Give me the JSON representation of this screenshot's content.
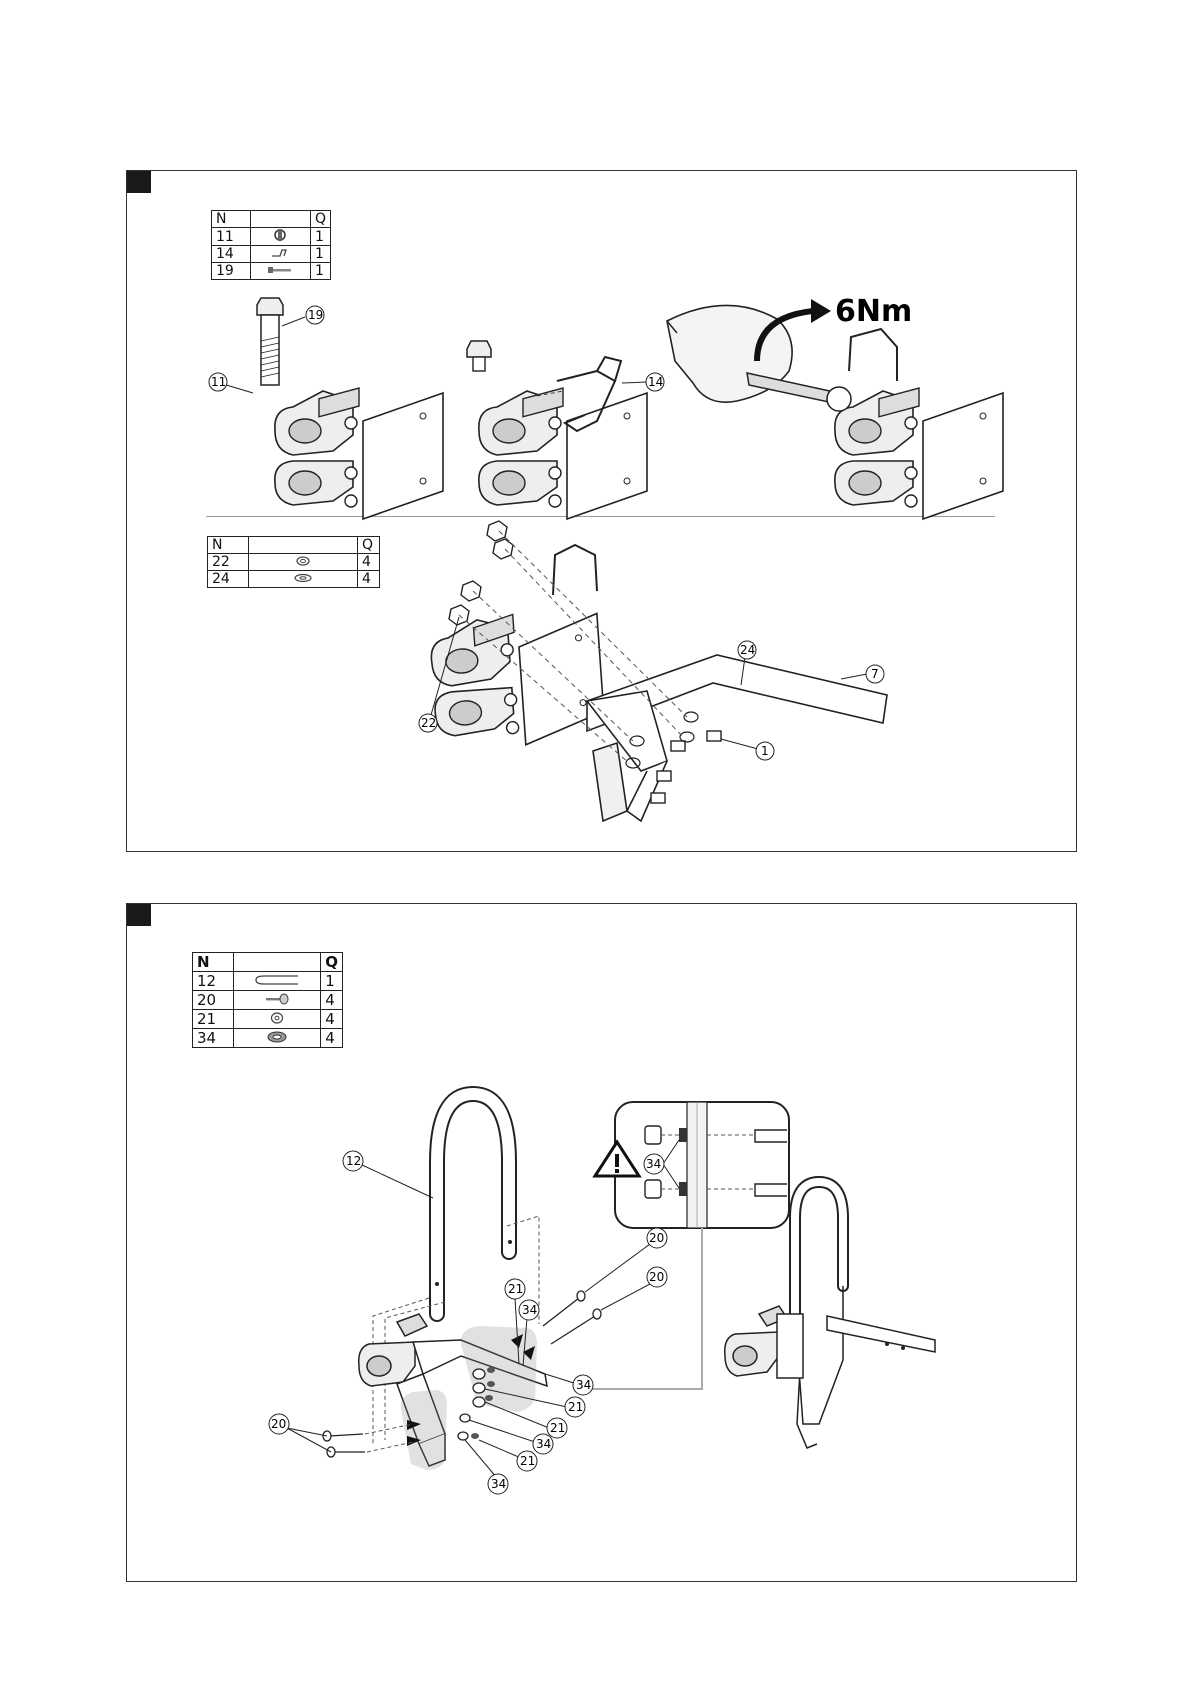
{
  "panel_top": {
    "table_a": {
      "headers": [
        "N",
        "",
        "Q"
      ],
      "rows": [
        {
          "n": "11",
          "icon": "swivel-clamp-icon",
          "q": "1"
        },
        {
          "n": "14",
          "icon": "wire-clip-icon",
          "q": "1"
        },
        {
          "n": "19",
          "icon": "bolt-icon",
          "q": "1"
        }
      ]
    },
    "table_b": {
      "headers": [
        "N",
        "",
        "Q"
      ],
      "rows": [
        {
          "n": "22",
          "icon": "nut-icon",
          "q": "4"
        },
        {
          "n": "24",
          "icon": "washer-icon",
          "q": "4"
        }
      ]
    },
    "callouts": {
      "c19": "19",
      "c11": "11",
      "c14": "14",
      "c24": "24",
      "c7": "7",
      "c22": "22",
      "c1": "1"
    },
    "torque_label": "6Nm"
  },
  "panel_bottom": {
    "table_c": {
      "headers": [
        "N",
        "",
        "Q"
      ],
      "rows": [
        {
          "n": "12",
          "icon": "hoop-bar-icon",
          "q": "1"
        },
        {
          "n": "20",
          "icon": "screw-icon",
          "q": "4"
        },
        {
          "n": "21",
          "icon": "nut-icon",
          "q": "4"
        },
        {
          "n": "34",
          "icon": "spacer-icon",
          "q": "4"
        }
      ]
    },
    "callouts": {
      "c12": "12",
      "c34_detail": "34",
      "c20a": "20",
      "c20b": "20",
      "c20c": "20",
      "c21a": "21",
      "c21b": "21",
      "c21c": "21",
      "c21d": "21",
      "c34a": "34",
      "c34b": "34",
      "c34c": "34",
      "c34d": "34"
    },
    "warning_icon": "warning-triangle-icon"
  }
}
